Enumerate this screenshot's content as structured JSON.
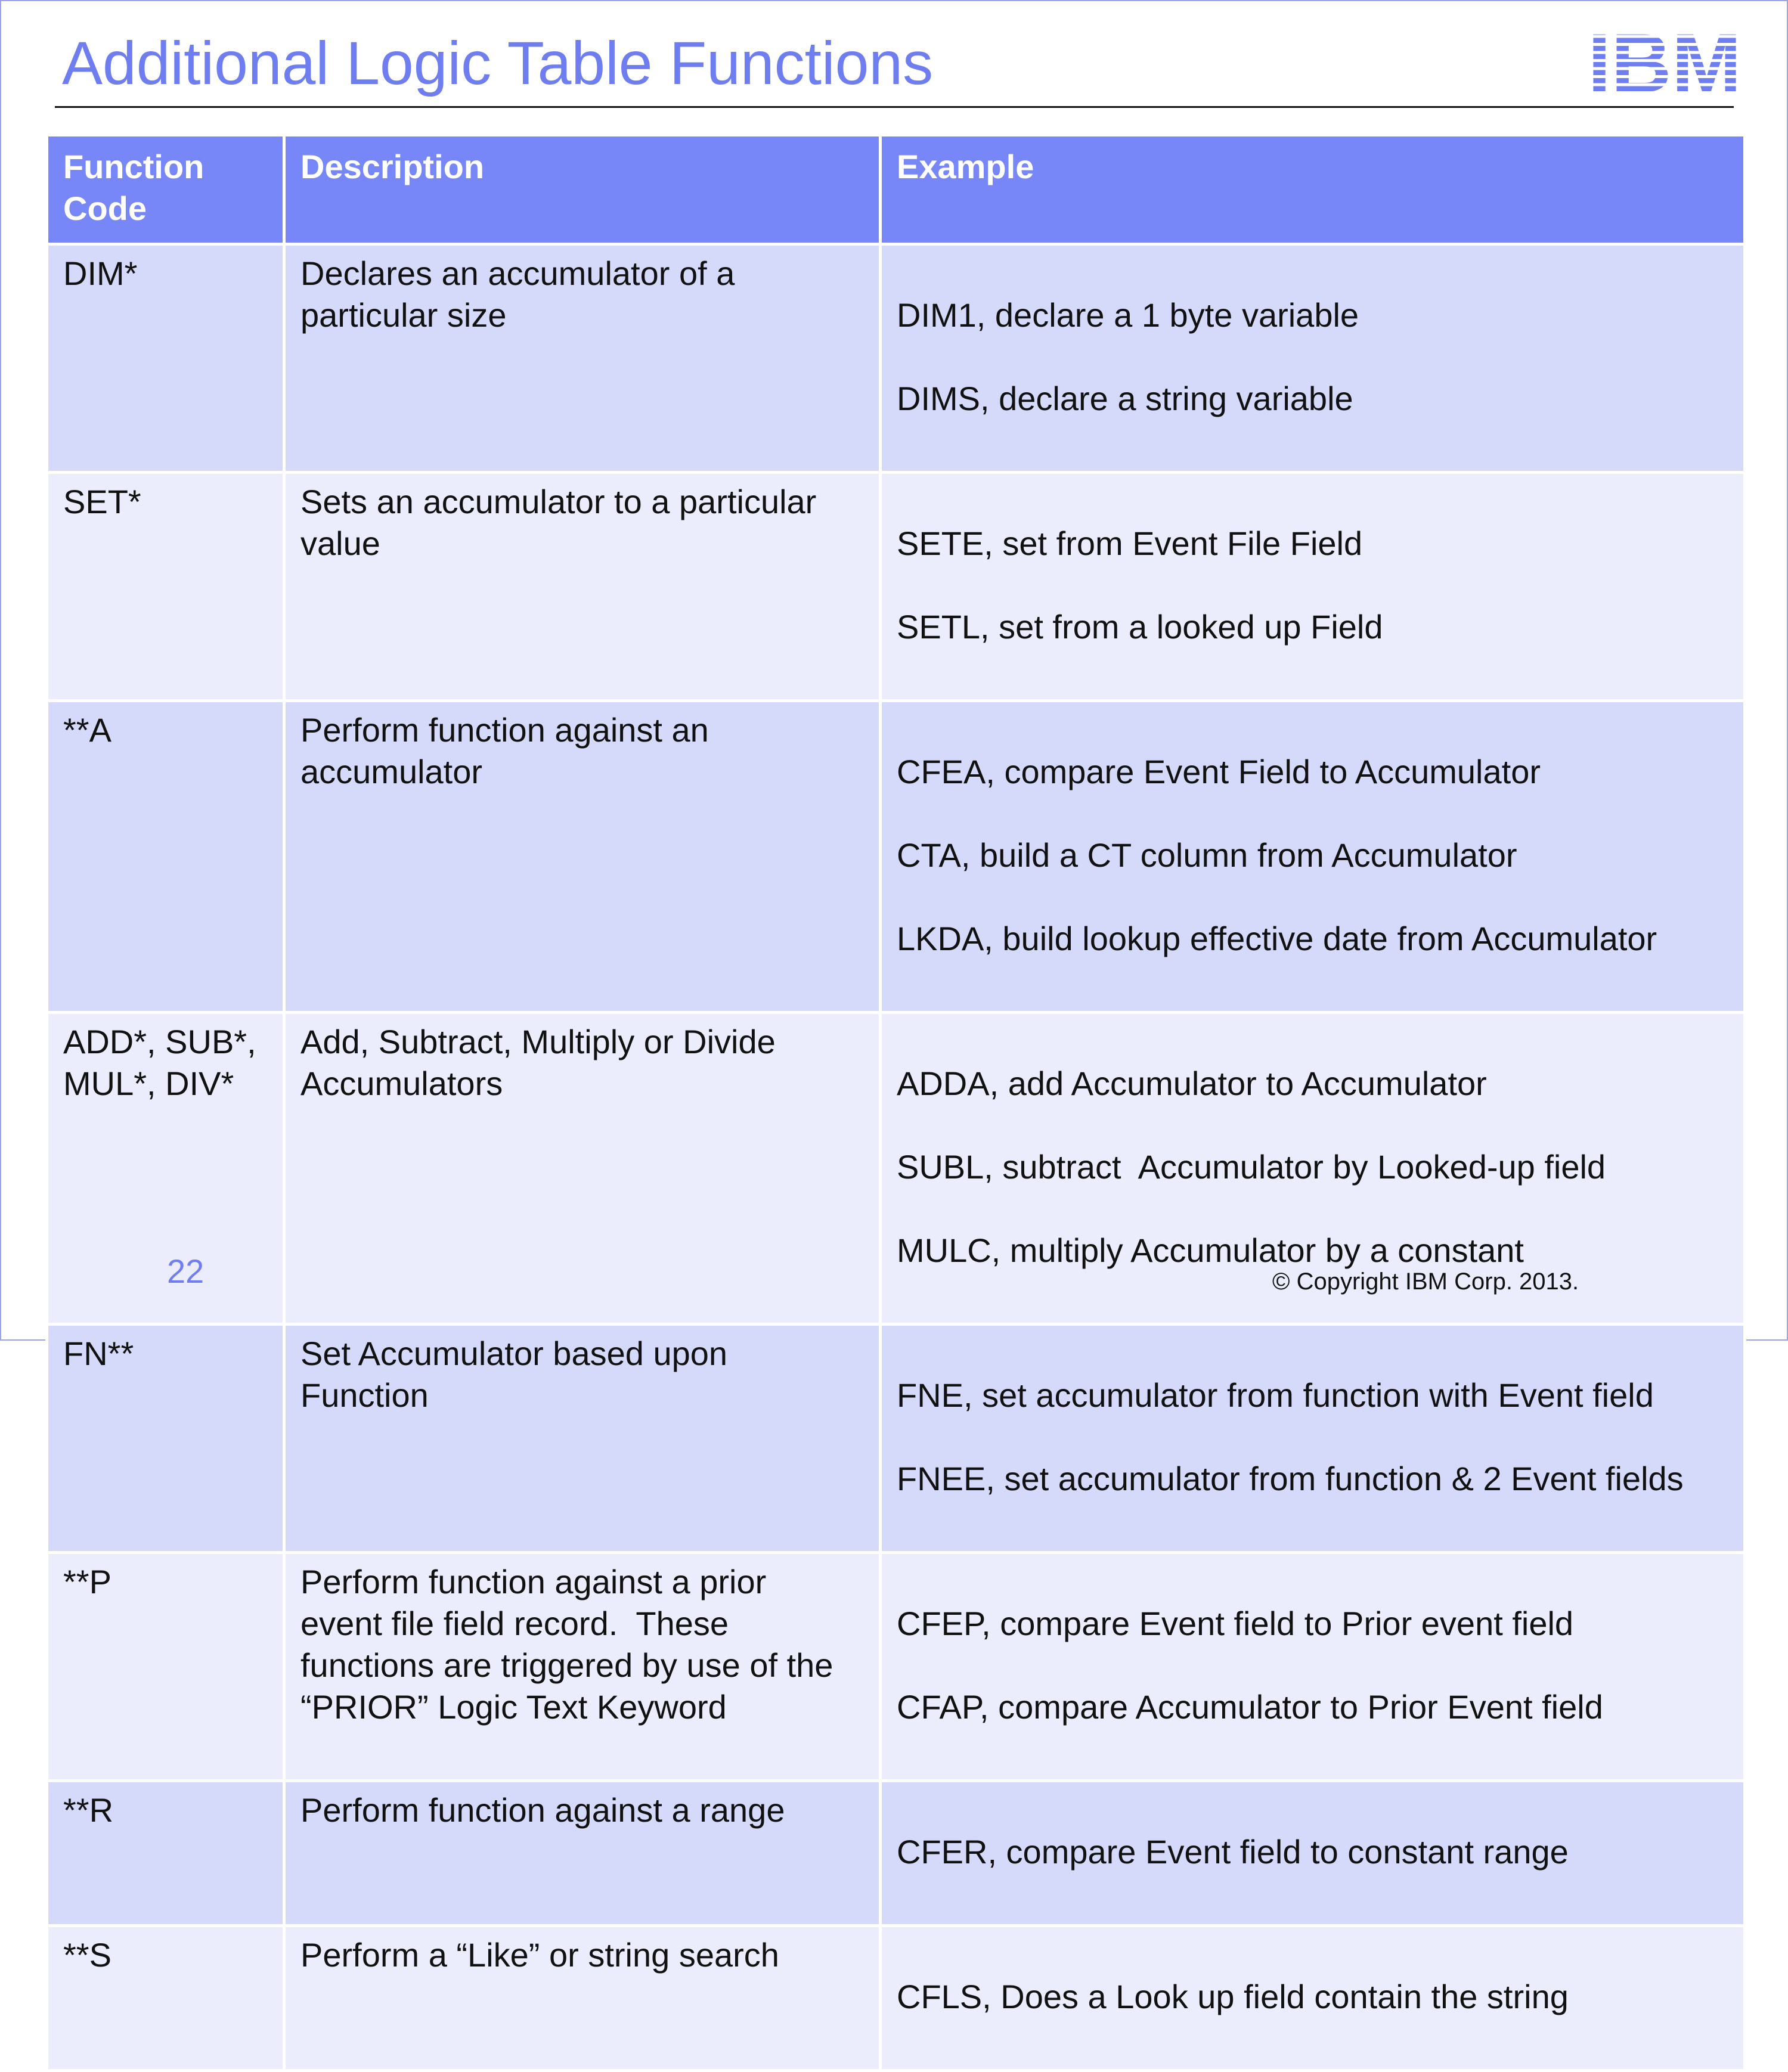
{
  "slide": {
    "title": "Additional Logic Table Functions",
    "logo_text": "IBM",
    "page_number": "22",
    "copyright": "© Copyright IBM Corp. 2013."
  },
  "colors": {
    "title": "#6e7df0",
    "header_bg": "#7887f7",
    "row_odd_bg": "#d5d9fa",
    "row_even_bg": "#ebecfc",
    "logo": "#6e7df0"
  },
  "table": {
    "headers": [
      "Function\nCode",
      "Description",
      "Example"
    ],
    "rows": [
      {
        "code": "DIM*",
        "description": "Declares an accumulator of a\nparticular size",
        "examples": [
          "DIM1, declare a 1 byte variable",
          "DIMS, declare a string variable"
        ]
      },
      {
        "code": "SET*",
        "description": "Sets an accumulator to a particular\nvalue",
        "examples": [
          "SETE, set from Event File Field",
          "SETL, set from a looked up Field"
        ]
      },
      {
        "code": "**A",
        "description": "Perform function against an\naccumulator",
        "examples": [
          "CFEA, compare Event Field to Accumulator",
          "CTA, build a CT column from Accumulator",
          "LKDA, build lookup effective date from Accumulator"
        ]
      },
      {
        "code": "ADD*, SUB*,\nMUL*, DIV*",
        "description": "Add, Subtract, Multiply or Divide\nAccumulators",
        "examples": [
          "ADDA, add Accumulator to Accumulator",
          "SUBL, subtract  Accumulator by Looked-up field",
          "MULC, multiply Accumulator by a constant"
        ]
      },
      {
        "code": "FN**",
        "description": "Set Accumulator based upon\nFunction",
        "examples": [
          "FNE, set accumulator from function with Event field",
          "FNEE, set accumulator from function & 2 Event fields"
        ]
      },
      {
        "code": "**P",
        "description": "Perform function against a prior\nevent file field record.  These\nfunctions are triggered by use of the\n“PRIOR” Logic Text Keyword",
        "examples": [
          "CFEP, compare Event field to Prior event field",
          "CFAP, compare Accumulator to Prior Event field"
        ]
      },
      {
        "code": "**R",
        "description": "Perform function against a range",
        "examples": [
          "CFER, compare Event field to constant range"
        ]
      },
      {
        "code": "**S",
        "description": "Perform a “Like” or string search",
        "examples": [
          "CFLS, Does a Look up field contain the string"
        ]
      }
    ]
  }
}
